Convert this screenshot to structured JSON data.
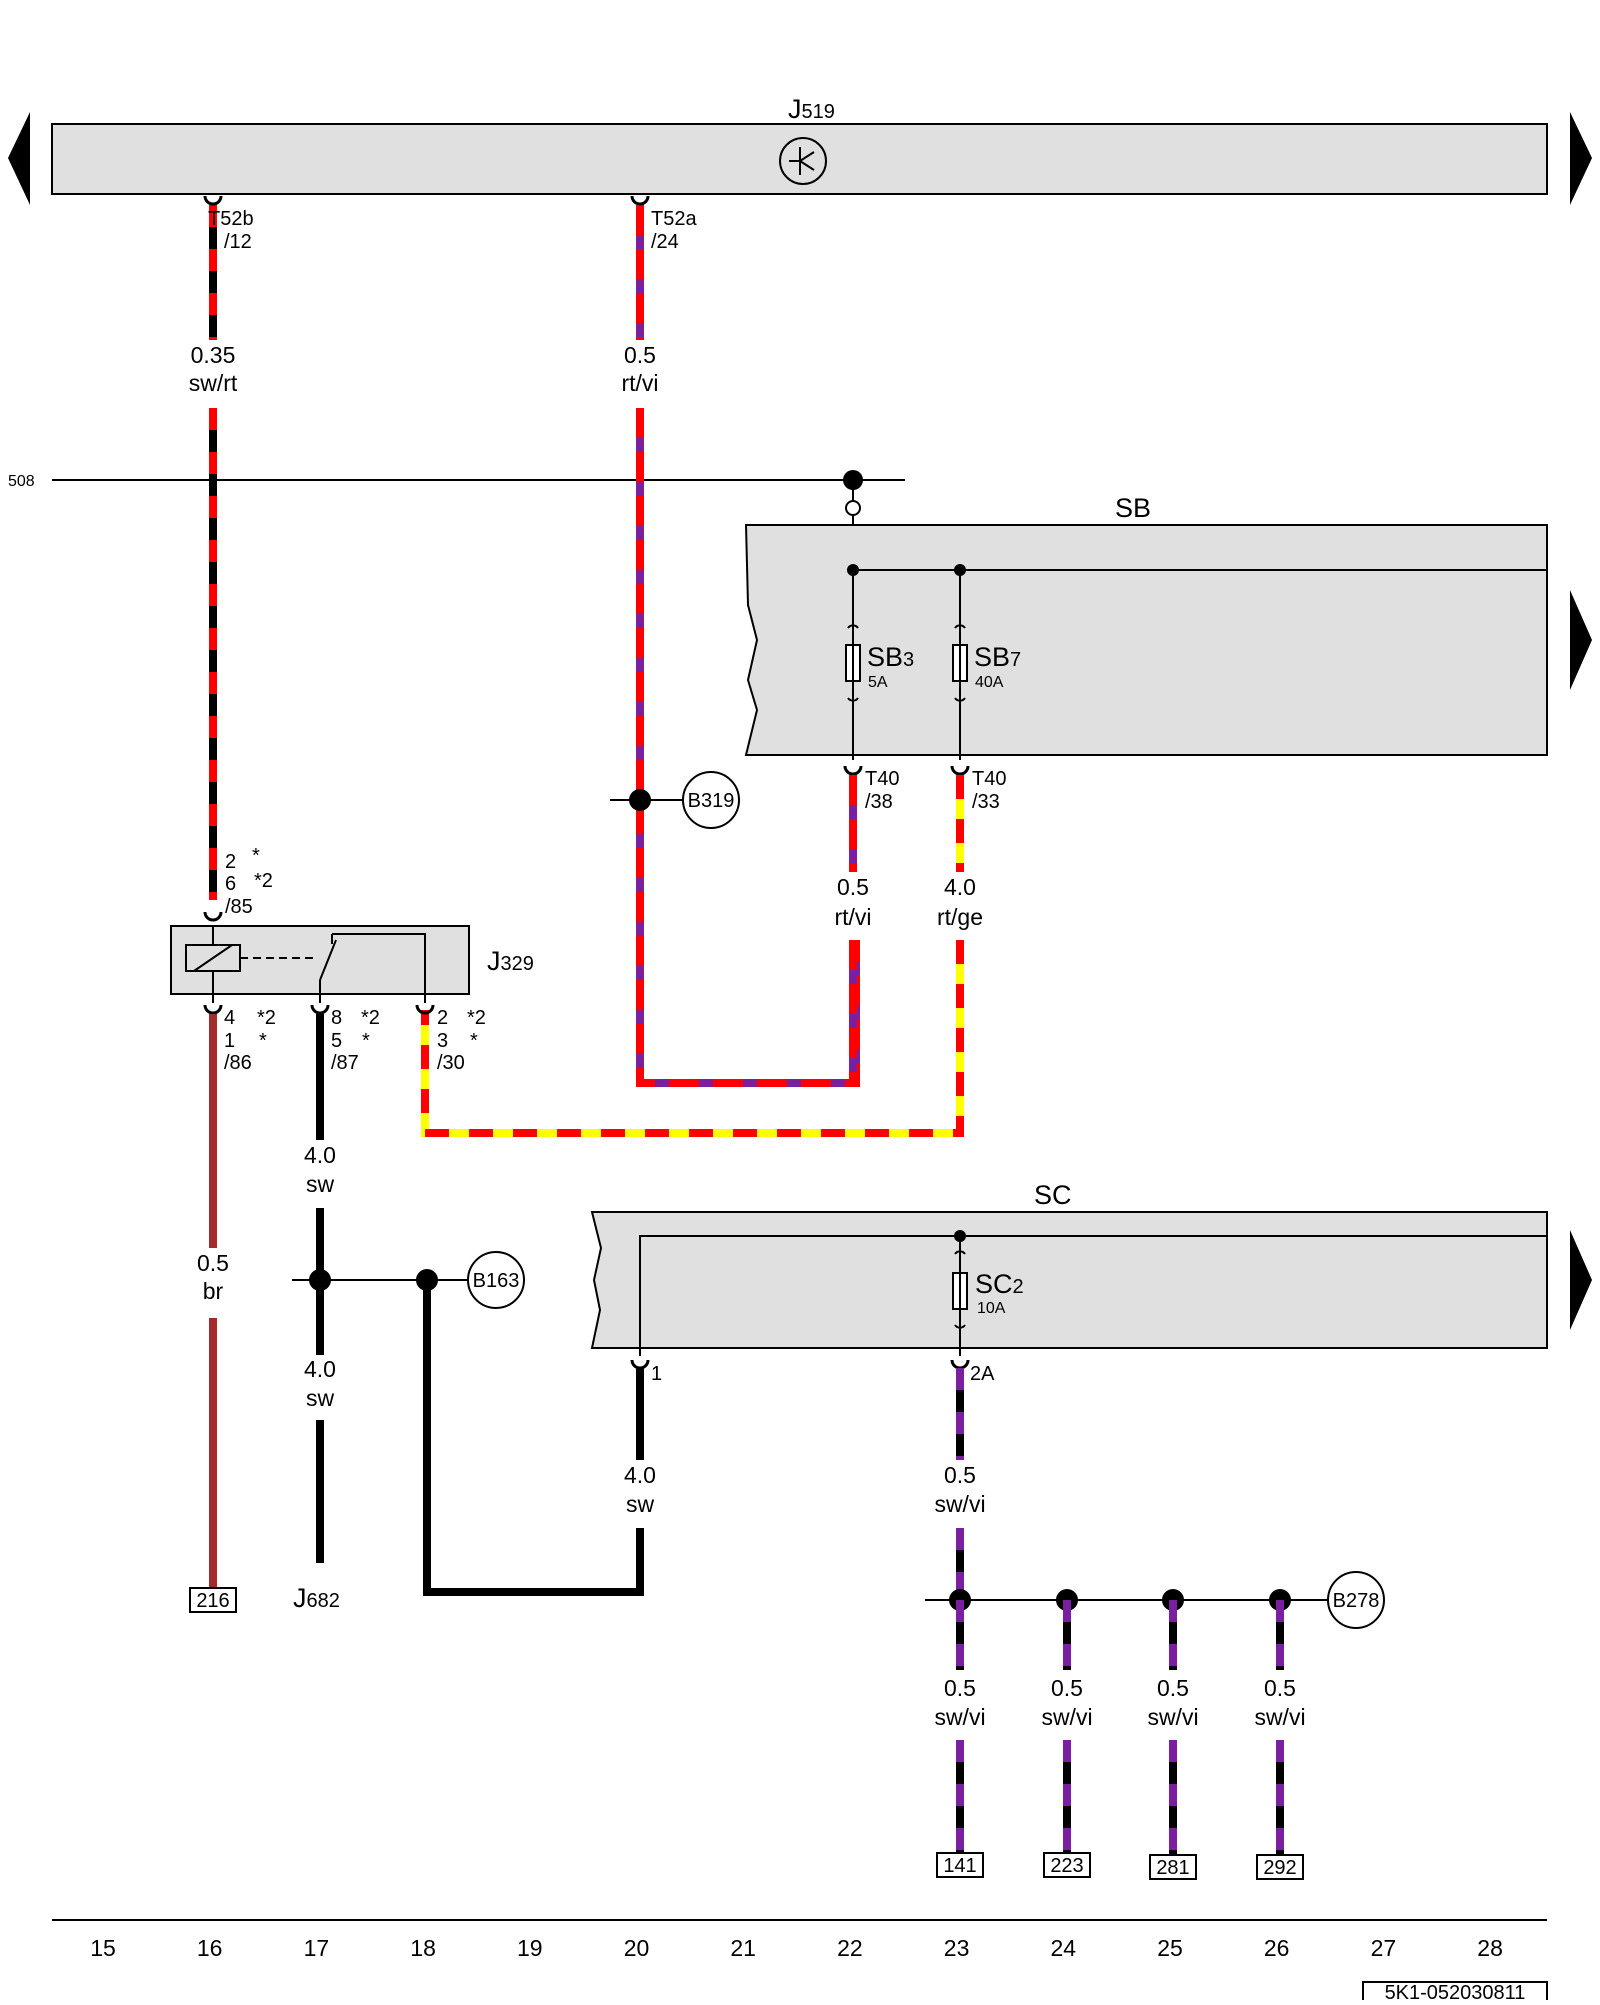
{
  "components": {
    "j519": {
      "prefix": "J",
      "sub": "519"
    },
    "j329": {
      "prefix": "J",
      "sub": "329"
    },
    "j682": {
      "prefix": "J",
      "sub": "682"
    },
    "sb": "SB",
    "sc": "SC",
    "sb3": {
      "name": "SB",
      "sub": "3",
      "rating": "5A"
    },
    "sb7": {
      "name": "SB",
      "sub": "7",
      "rating": "40A"
    },
    "sc2": {
      "name": "SC",
      "sub": "2",
      "rating": "10A"
    }
  },
  "connectors": {
    "t52b": {
      "name": "T52b",
      "pin": "/12"
    },
    "t52a": {
      "name": "T52a",
      "pin": "/24"
    },
    "t40_38": {
      "name": "T40",
      "pin": "/38"
    },
    "t40_33": {
      "name": "T40",
      "pin": "/33"
    },
    "j329_top": [
      "2",
      "*",
      "6",
      "*2",
      "/85"
    ],
    "j329_p86": [
      "4",
      "*2",
      "1",
      "*",
      "/86"
    ],
    "j329_p87": [
      "8",
      "*2",
      "5",
      "*",
      "/87"
    ],
    "j329_p30": [
      "2",
      "*2",
      "3",
      "*",
      "/30"
    ],
    "sc_pin1": "1",
    "sc_pin2a": "2A"
  },
  "wires": {
    "w1": {
      "size": "0.35",
      "color": "sw/rt"
    },
    "w2": {
      "size": "0.5",
      "color": "rt/vi"
    },
    "w3": {
      "size": "0.5",
      "color": "rt/vi"
    },
    "w4": {
      "size": "4.0",
      "color": "rt/ge"
    },
    "w5": {
      "size": "4.0",
      "color": "sw"
    },
    "w6": {
      "size": "0.5",
      "color": "br"
    },
    "w7": {
      "size": "4.0",
      "color": "sw"
    },
    "w8": {
      "size": "4.0",
      "color": "sw"
    },
    "w9": {
      "size": "0.5",
      "color": "sw/vi"
    },
    "w10": {
      "size": "0.5",
      "color": "sw/vi"
    },
    "w11": {
      "size": "0.5",
      "color": "sw/vi"
    },
    "w12": {
      "size": "0.5",
      "color": "sw/vi"
    },
    "w13": {
      "size": "0.5",
      "color": "sw/vi"
    }
  },
  "ground_points": {
    "b319": "B319",
    "b163": "B163",
    "b278": "B278"
  },
  "references": {
    "line_508": "508",
    "ref_216": "216",
    "ref_141": "141",
    "ref_223": "223",
    "ref_281": "281",
    "ref_292": "292"
  },
  "columns": [
    "15",
    "16",
    "17",
    "18",
    "19",
    "20",
    "21",
    "22",
    "23",
    "24",
    "25",
    "26",
    "27",
    "28"
  ],
  "footer_id": "5K1-052030811",
  "colors": {
    "housing": "#e0e0e0",
    "red": "#ff0000",
    "black": "#000000",
    "violet": "#7a1fa0",
    "yellow": "#ffff00",
    "brown": "#a52a2a"
  }
}
